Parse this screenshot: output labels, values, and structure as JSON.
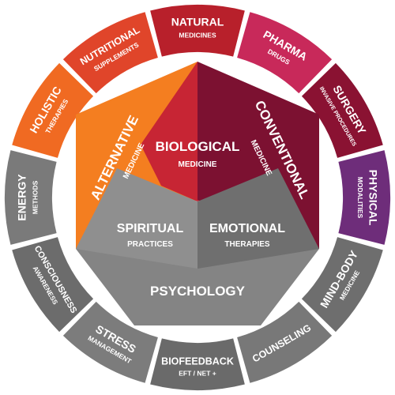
{
  "ring": [
    {
      "key": "natural",
      "title": "NATURAL",
      "subtitle": "MEDICINES",
      "color": "#b8202b"
    },
    {
      "key": "pharma",
      "title": "PHARMA",
      "subtitle": "DRUGS",
      "color": "#c8295a"
    },
    {
      "key": "surgery",
      "title": "SURGERY",
      "subtitle": "INVASIVE PROCEDURES",
      "color": "#8a1232"
    },
    {
      "key": "physical",
      "title": "PHYSICAL",
      "subtitle": "MODALITIES",
      "color": "#6e2d7a"
    },
    {
      "key": "mind-body",
      "title": "MIND-BODY",
      "subtitle": "MEDICINE",
      "color": "#6e6e6e"
    },
    {
      "key": "counseling",
      "title": "COUNSELING",
      "subtitle": "",
      "color": "#787878"
    },
    {
      "key": "biofeedback",
      "title": "BIOFEEDBACK",
      "subtitle": "EFT / NET +",
      "color": "#6a6a6a"
    },
    {
      "key": "stress",
      "title": "STRESS",
      "subtitle": "MANAGEMENT",
      "color": "#7c7c7c"
    },
    {
      "key": "consciousness",
      "title": "CONSCIOUSNESS",
      "subtitle": "AWARENESS",
      "color": "#6c6c6c"
    },
    {
      "key": "energy",
      "title": "ENERGY",
      "subtitle": "METHODS",
      "color": "#7a7a7a"
    },
    {
      "key": "holistic",
      "title": "HOLISTIC",
      "subtitle": "THERAPIES",
      "color": "#f06a22"
    },
    {
      "key": "nutritional",
      "title": "NUTRITIONAL",
      "subtitle": "SUPPLEMENTS",
      "color": "#e0452a"
    }
  ],
  "core": {
    "alternative": {
      "title": "ALTERNATIVE",
      "subtitle": "MEDICINE",
      "color": "#f47e20"
    },
    "biological": {
      "title": "BIOLOGICAL",
      "subtitle": "MEDICINE",
      "color": "#c72534"
    },
    "conventional": {
      "title": "CONVENTIONAL",
      "subtitle": "MEDICINE",
      "color": "#7c1131"
    },
    "spiritual": {
      "title": "SPIRITUAL",
      "subtitle": "PRACTICES",
      "color": "#8f8f8f"
    },
    "emotional": {
      "title": "EMOTIONAL",
      "subtitle": "THERAPIES",
      "color": "#6f6f6f"
    },
    "psychology": {
      "title": "PSYCHOLOGY",
      "subtitle": "",
      "color": "#848484"
    }
  }
}
